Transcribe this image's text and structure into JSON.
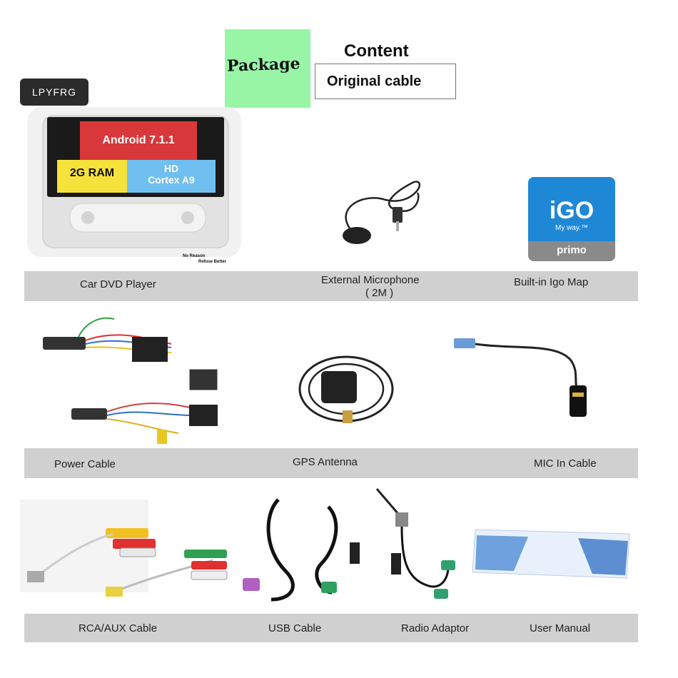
{
  "header": {
    "brand": "LPYFRG",
    "package_label": "Package",
    "content_title": "Content",
    "content_value": "Original cable"
  },
  "head_unit": {
    "android": "Android 7.1.1",
    "ram": "2G RAM",
    "hd": "HD",
    "cortex": "Cortex A9",
    "note_line1": "No Reason",
    "note_line2": "Refuse Better"
  },
  "igo": {
    "logo": "iGO",
    "tagline": "My way.™",
    "footer": "primo"
  },
  "captions": {
    "car_dvd": "Car DVD Player",
    "ext_mic_line1": "External Microphone",
    "ext_mic_line2": "( 2M )",
    "igo_map": "Built-in Igo Map",
    "power_cable": "Power Cable",
    "gps": "GPS Antenna",
    "mic_in": "MIC In Cable",
    "rca": "RCA/AUX Cable",
    "usb": "USB Cable",
    "radio": "Radio Adaptor",
    "manual": "User Manual"
  },
  "colors": {
    "package_bg": "#98f5a6",
    "caption_bar": "#d0d0d0",
    "android_red": "#d9383a",
    "ram_yellow": "#f5e23a",
    "hd_blue": "#6fbff0"
  }
}
